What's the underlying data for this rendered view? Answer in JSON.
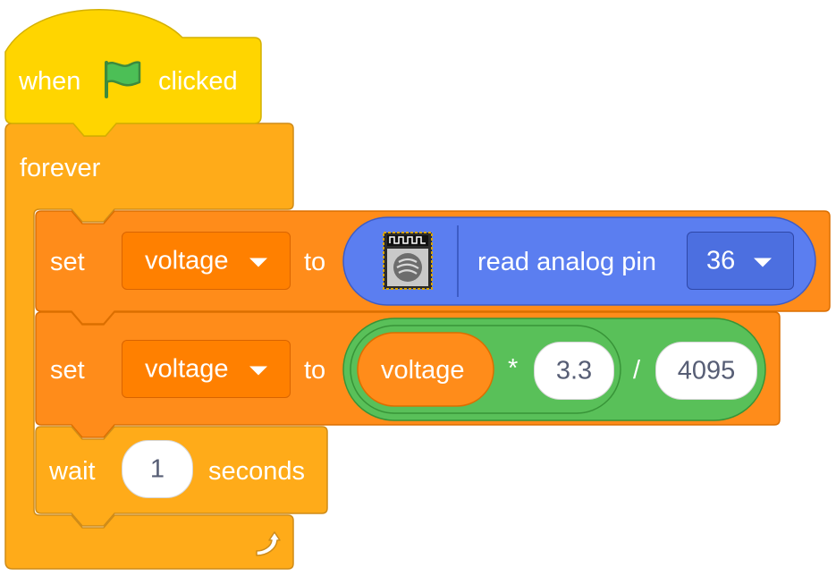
{
  "colors": {
    "events": "#ffd500",
    "control": "#ffab19",
    "variables": "#ff8c1a",
    "esp32": "#5b7ef0",
    "operators": "#59c059",
    "flag": "#4cbf56"
  },
  "hat_block": {
    "label_when": "when",
    "flag_icon": "green-flag-icon",
    "label_clicked": "clicked"
  },
  "forever_block": {
    "label": "forever",
    "loop_icon": "loop-arrow-icon"
  },
  "set_block_1": {
    "label_set": "set",
    "variable": "voltage",
    "label_to": "to",
    "reporter": {
      "icon": "esp32-chip-icon",
      "label": "read analog pin",
      "pin": "36"
    }
  },
  "set_block_2": {
    "label_set": "set",
    "variable": "voltage",
    "label_to": "to",
    "expression": {
      "variable_reporter": "voltage",
      "multiply_op": "*",
      "multiply_value": "3.3",
      "divide_op": "/",
      "divide_value": "4095"
    }
  },
  "wait_block": {
    "label_wait": "wait",
    "value": "1",
    "label_seconds": "seconds"
  }
}
